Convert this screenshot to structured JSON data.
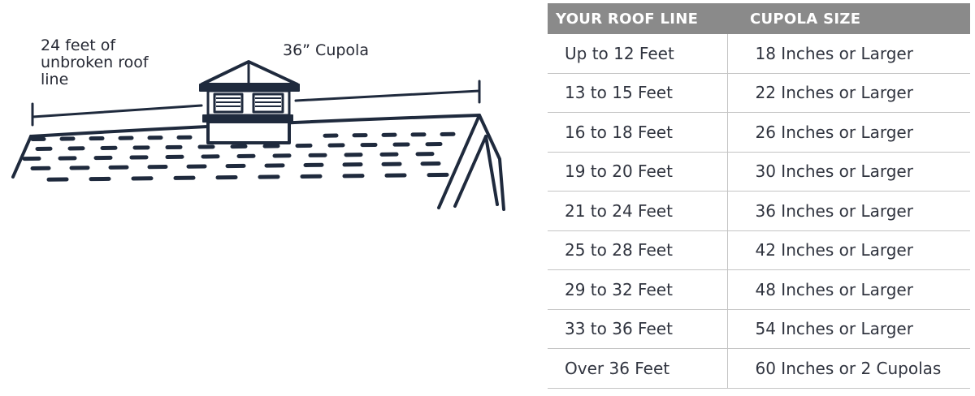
{
  "illustration": {
    "span_label": "24 feet of unbroken roof line",
    "cupola_label": "36” Cupola",
    "ink_color": "#1f2a3d"
  },
  "table": {
    "header_color": "#8a8a8a",
    "headers": {
      "roof_line": "YOUR ROOF LINE",
      "cupola_size": "CUPOLA SIZE"
    },
    "rows": [
      {
        "roof_line": "Up to 12 Feet",
        "cupola_size": "18 Inches or Larger"
      },
      {
        "roof_line": "13 to 15 Feet",
        "cupola_size": "22 Inches or Larger"
      },
      {
        "roof_line": "16 to 18 Feet",
        "cupola_size": "26 Inches or Larger"
      },
      {
        "roof_line": "19 to 20 Feet",
        "cupola_size": "30 Inches or Larger"
      },
      {
        "roof_line": "21 to 24 Feet",
        "cupola_size": "36 Inches or Larger"
      },
      {
        "roof_line": "25 to 28 Feet",
        "cupola_size": "42 Inches or Larger"
      },
      {
        "roof_line": "29 to 32 Feet",
        "cupola_size": "48 Inches or Larger"
      },
      {
        "roof_line": "33 to 36 Feet",
        "cupola_size": "54 Inches or Larger"
      },
      {
        "roof_line": "Over 36 Feet",
        "cupola_size": "60 Inches or 2 Cupolas"
      }
    ]
  }
}
